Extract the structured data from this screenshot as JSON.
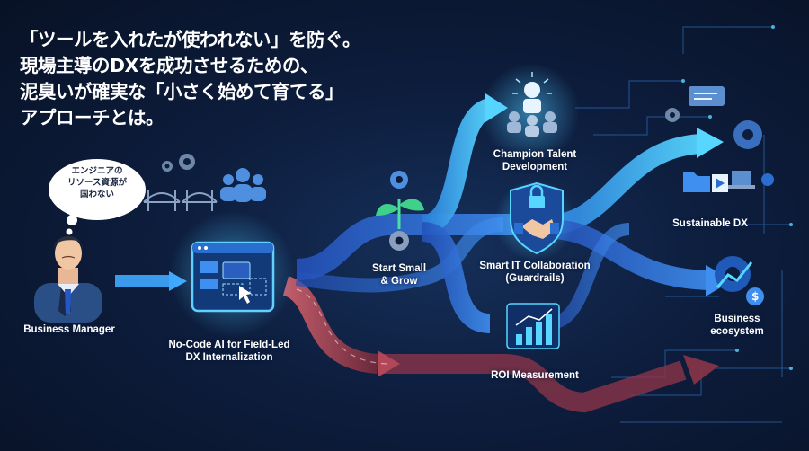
{
  "headline": {
    "line1": "「ツールを入れたが使われない」を防ぐ。",
    "line2": "現場主導のDXを成功させるための、",
    "line3": "泥臭いが確実な「小さく始めて育てる」",
    "line4": "アプローチとは。"
  },
  "thought_bubble": {
    "line1": "エンジニアの",
    "line2": "リソース資源が",
    "line3": "国わない"
  },
  "nodes": {
    "manager": {
      "label": "Business Manager"
    },
    "nocode": {
      "line1": "No-Code AI for Field-Led",
      "line2": "DX Internalization"
    },
    "start": {
      "line1": "Start Small",
      "line2": "& Grow"
    },
    "champion": {
      "line1": "Champion Talent",
      "line2": "Development"
    },
    "it": {
      "line1": "Smart IT Collaboration",
      "line2": "(Guardrails)"
    },
    "roi": {
      "label": "ROI Measurement"
    },
    "sustainable": {
      "label": "Sustainable DX"
    },
    "ecosystem": {
      "line1": "Business",
      "line2": "ecosystem"
    }
  },
  "colors": {
    "background": "#0d1d3d",
    "flow_cyan": "#3fc8ff",
    "flow_blue": "#2f6fe0",
    "flow_red": "#c9525c",
    "text": "#ffffff"
  },
  "icons": [
    "person-icon",
    "gear-icon",
    "bridge-icon",
    "people-icon",
    "screen-icon",
    "sprout-icon",
    "champion-icon",
    "handshake-shield-icon",
    "bar-chart-icon",
    "folder-icon",
    "laptop-icon",
    "dollar-gear-icon"
  ]
}
